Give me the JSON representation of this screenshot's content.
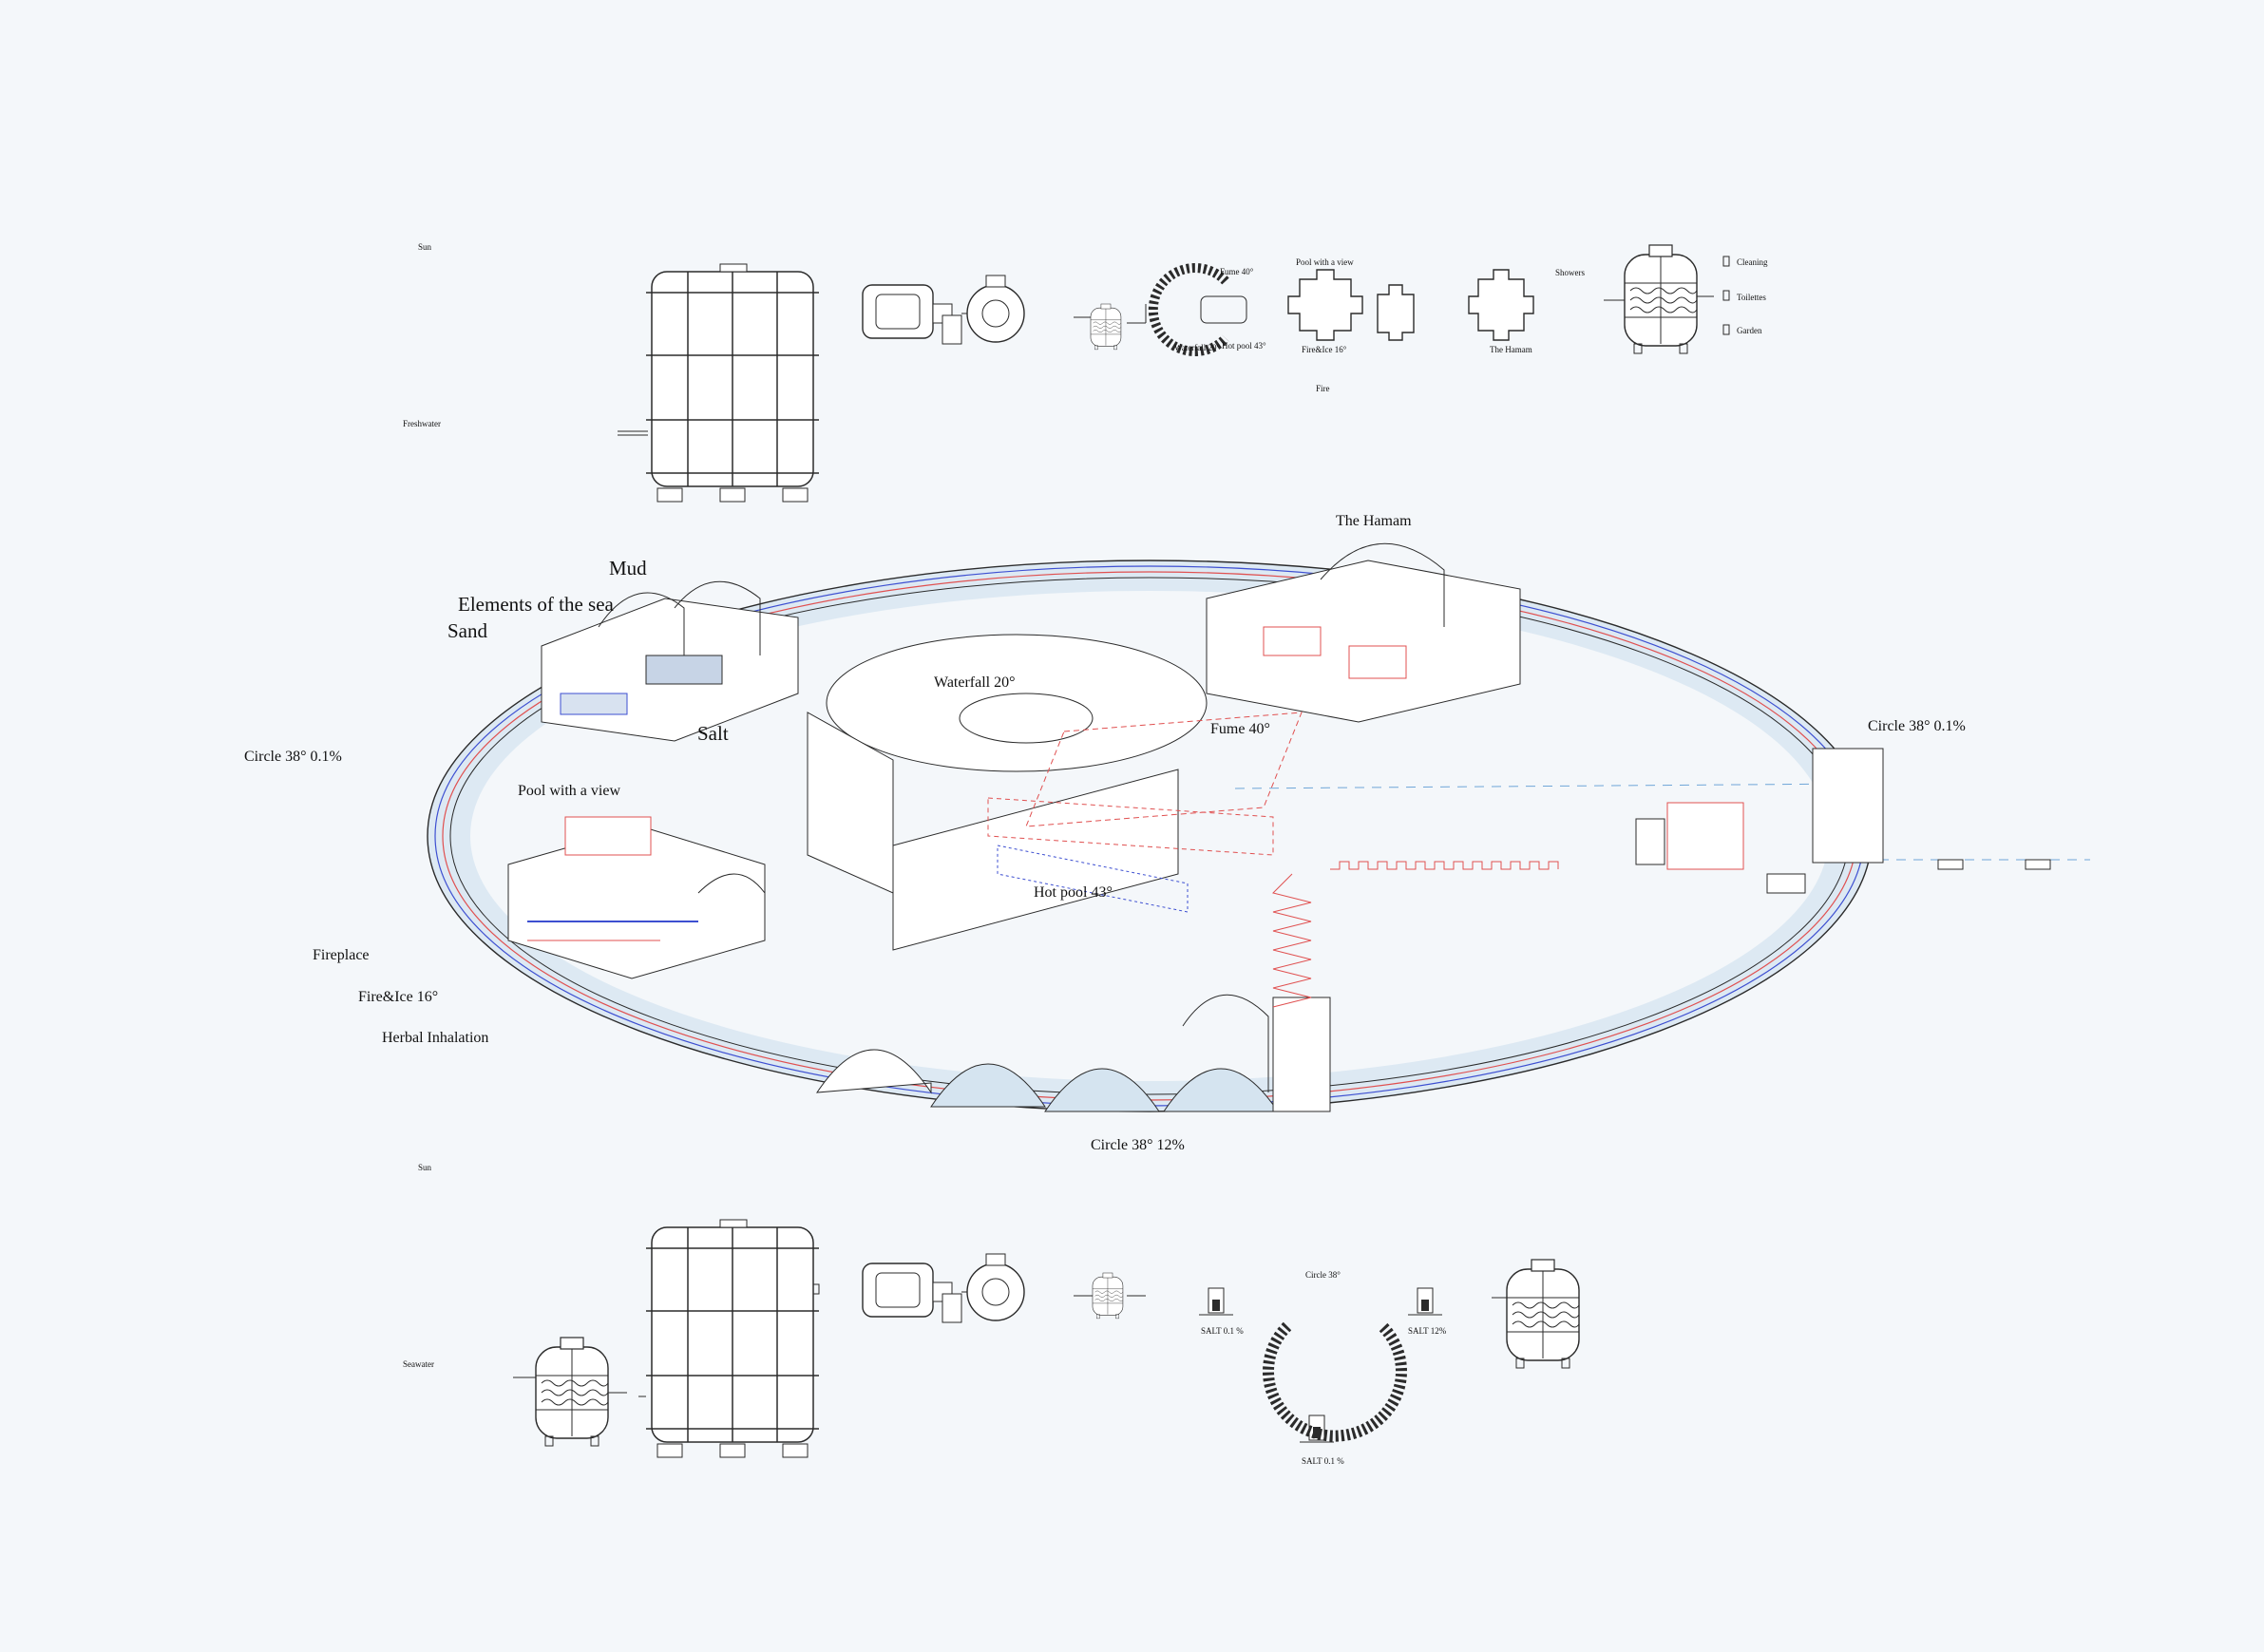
{
  "top_row": {
    "sun": "Sun",
    "freshwater": "Freshwater",
    "fume": "Fume 40°",
    "waterfall": "Waterfall 20°",
    "hot_pool": "Hot pool 43°",
    "pool_view": "Pool with a view",
    "fire_ice": "Fire&Ice 16°",
    "fire": "Fire",
    "hamam": "The Hamam",
    "showers": "Showers",
    "cleaning": "Cleaning",
    "toilettes": "Toilettes",
    "garden": "Garden"
  },
  "plan": {
    "mud": "Mud",
    "elements": "Elements of the sea",
    "sand": "Sand",
    "salt": "Salt",
    "hamam": "The Hamam",
    "waterfall": "Waterfall 20°",
    "fume": "Fume 40°",
    "circle_left": "Circle 38° 0.1%",
    "circle_right": "Circle 38° 0.1%",
    "pool_view": "Pool with a view",
    "hot_pool": "Hot pool 43°",
    "fireplace": "Fireplace",
    "fire_ice": "Fire&Ice 16°",
    "herbal": "Herbal Inhalation",
    "circle_bottom": "Circle 38° 12%"
  },
  "bottom_row": {
    "sun": "Sun",
    "seawater": "Seawater",
    "circle": "Circle 38°",
    "salt_a": "SALT 0.1 %",
    "salt_b": "SALT 12%",
    "salt_c": "SALT 0.1 %"
  },
  "colors": {
    "line": "#2b2b2b",
    "red": "#e05050",
    "blue": "#3d4fd1",
    "cyan": "#6fa6d8",
    "fill": "#d5e4f0"
  }
}
